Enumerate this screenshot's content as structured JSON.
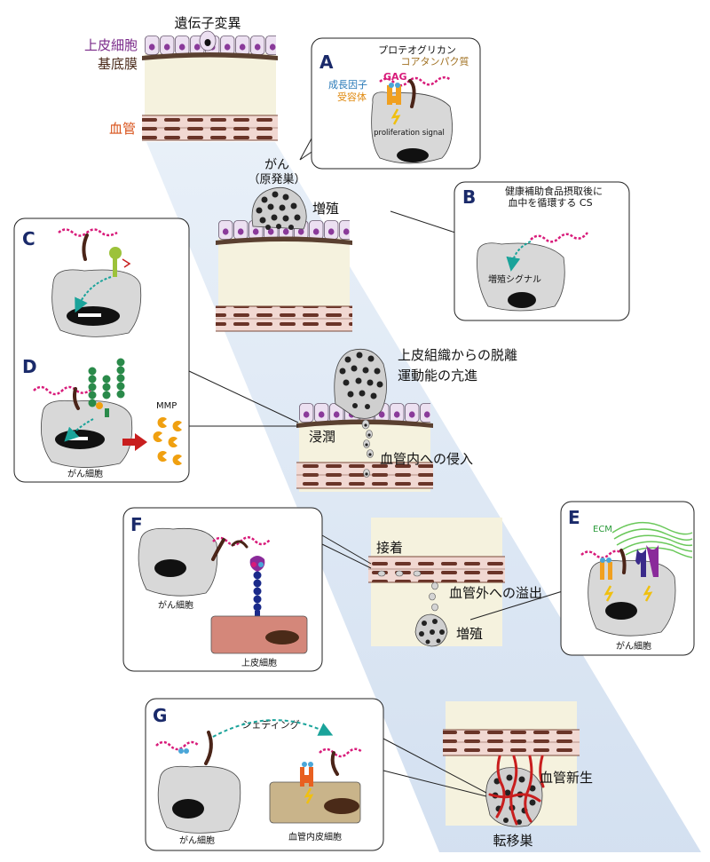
{
  "main_labels": {
    "mutation": "遺伝子変異",
    "epithelial_cells": "上皮細胞",
    "basement_membrane": "基底膜",
    "blood_vessel": "血管",
    "primary_tumor_1": "がん",
    "primary_tumor_2": "（原発巣）",
    "proliferation": "増殖",
    "detach_1": "上皮組織からの脱離",
    "detach_2": "運動能の亢進",
    "invasion": "浸潤",
    "intravasation": "血管内への侵入",
    "adhesion": "接着",
    "extravasation": "血管外への溢出",
    "proliferation_2": "増殖",
    "angiogenesis": "血管新生",
    "metastasis": "転移巣"
  },
  "panel_a": {
    "letter": "A",
    "proteoglycan": "プロテオグリカン",
    "core_protein": "コアタンパク質",
    "gag": "GAG",
    "growth_factor": "成長因子",
    "receptor": "受容体",
    "signal": "proliferation signal"
  },
  "panel_b": {
    "letter": "B",
    "text_1": "健康補助食品摂取後に",
    "text_2": "血中を循環する CS",
    "signal": "増殖シグナル"
  },
  "panel_c": {
    "letter": "C"
  },
  "panel_d": {
    "letter": "D",
    "mmp": "MMP",
    "cell_label": "がん細胞"
  },
  "panel_e": {
    "letter": "E",
    "ecm": "ECM",
    "cell_label": "がん細胞"
  },
  "panel_f": {
    "letter": "F",
    "cell_label": "がん細胞",
    "epi_label": "上皮細胞"
  },
  "panel_g": {
    "letter": "G",
    "shedding": "シェディング",
    "cell_label": "がん細胞",
    "endo_label": "血管内皮細胞"
  },
  "colors": {
    "epithelium": "#e8dcef",
    "nucleus": "#8a3a9a",
    "basement": "#5a4030",
    "tissue": "#f5f2de",
    "vessel": "#f0d5d0",
    "gag": "#d81b7a",
    "core": "#4a2418",
    "receptor": "#f0a020",
    "growth_factor": "#4aa6d8",
    "panel_letter": "#1a2a6a",
    "highlight_band": "#d3e2f2",
    "mmp": "#f0a010",
    "arrow_red": "#c81e1e",
    "teal": "#1aa39a"
  }
}
